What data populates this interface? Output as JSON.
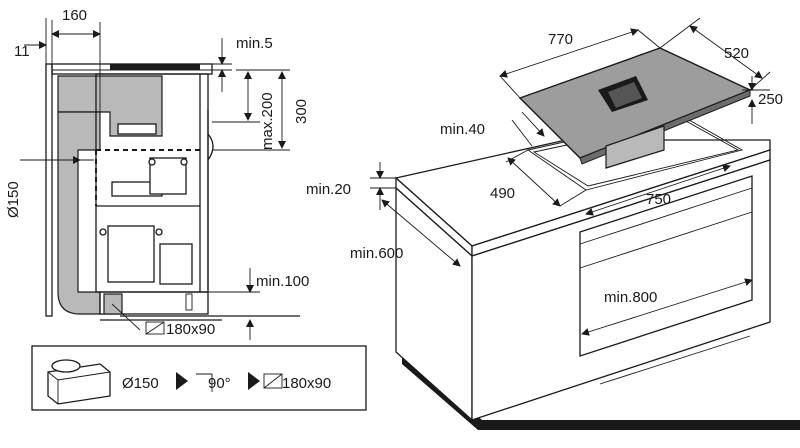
{
  "left_view": {
    "dim_11": "11",
    "dim_160": "160",
    "dim_min5": "min.5",
    "dim_max200": "max.200",
    "dim_300": "300",
    "dim_d150": "Ø150",
    "dim_min100": "min.100",
    "dim_180x90": "180x90"
  },
  "legend": {
    "round_label": "Ø150",
    "elbow_label": "90°",
    "flat_label": "180x90"
  },
  "right_view": {
    "dim_770": "770",
    "dim_520": "520",
    "dim_250": "250",
    "dim_min40": "min.40",
    "dim_490": "490",
    "dim_750": "750",
    "dim_min20": "min.20",
    "dim_min600": "min.600",
    "dim_min800": "min.800"
  }
}
